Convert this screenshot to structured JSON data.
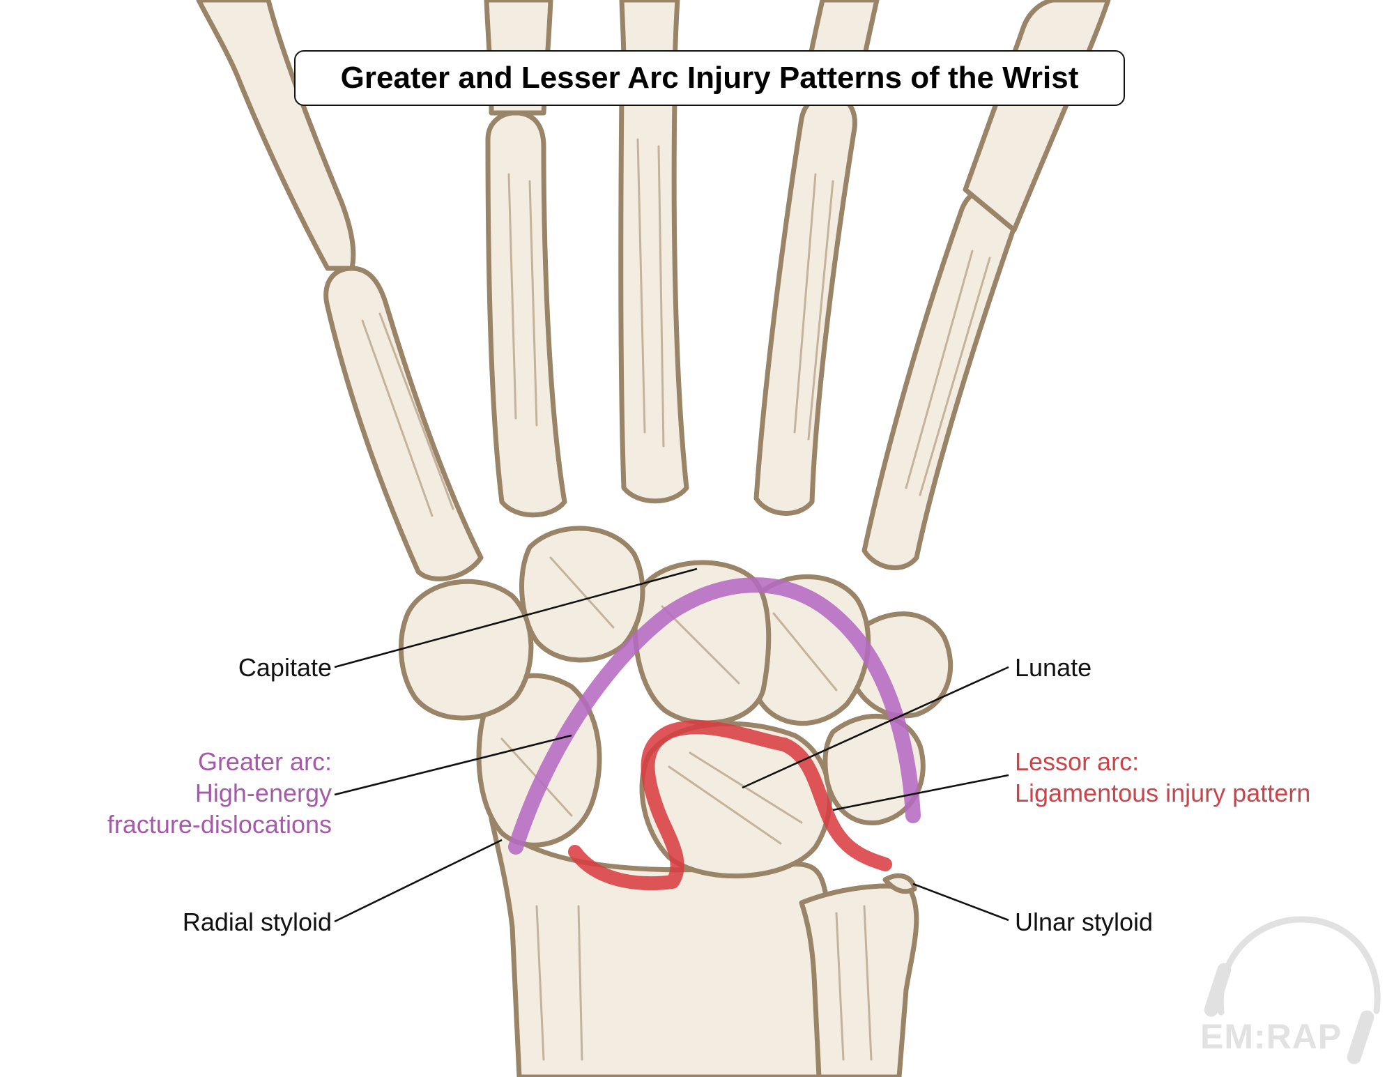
{
  "title": "Greater and Lesser Arc Injury Patterns of the Wrist",
  "labels": {
    "capitate": "Capitate",
    "lunate": "Lunate",
    "greater_arc_line1": "Greater arc:",
    "greater_arc_line2": "High-energy",
    "greater_arc_line3": "fracture-dislocations",
    "lesser_arc_line1": "Lessor arc:",
    "lesser_arc_line2": "Ligamentous injury pattern",
    "radial_styloid": "Radial styloid",
    "ulnar_styloid": "Ulnar styloid"
  },
  "logo": "EM:RAP",
  "colors": {
    "greater_arc": "#b56ac2",
    "lesser_arc": "#d93a3f",
    "bone_fill": "#f3ece1",
    "bone_outline": "#9a8468",
    "leader_line": "#111111"
  },
  "icons": {
    "logo_mark": "headphones-icon"
  }
}
